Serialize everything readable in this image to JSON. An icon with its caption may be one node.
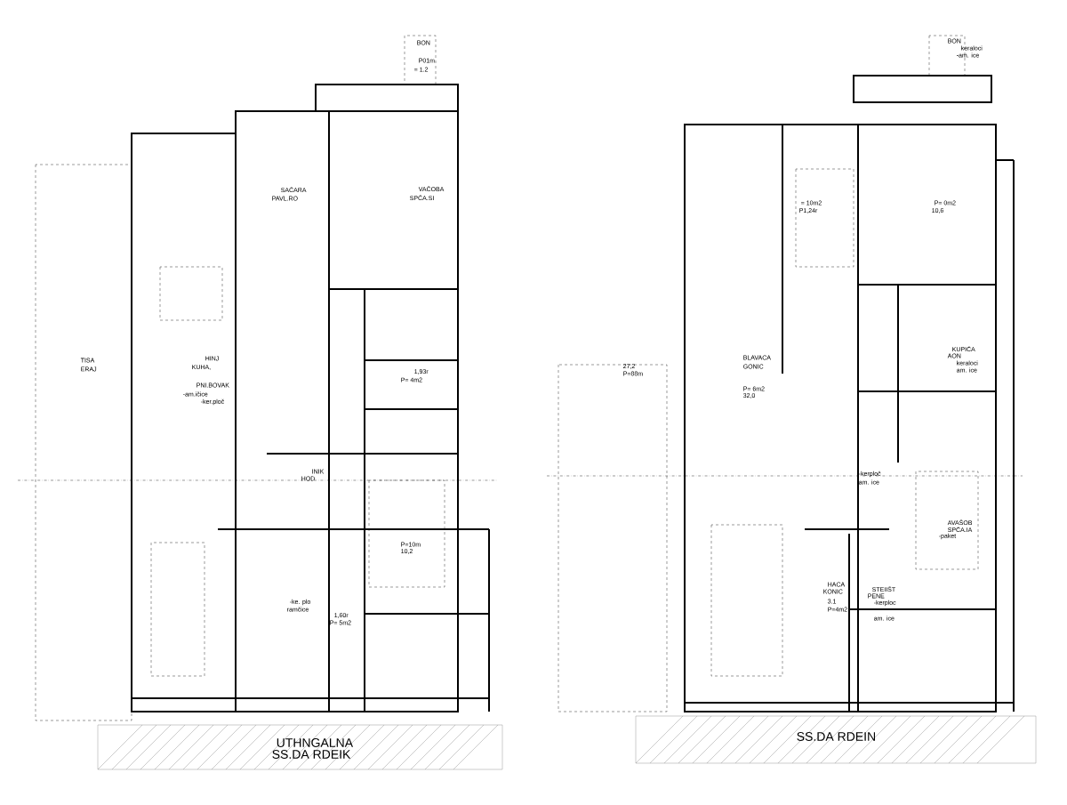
{
  "diagram": {
    "labels": [
      "BON",
      "P01m",
      "= 1.2",
      "SAČARA",
      "PAVL.RO",
      "VAČOBA",
      "SPČA.SI",
      "HINJ",
      "KUHA,",
      "PNI.BOVAK",
      "-am.ičice",
      "-ker.ploč",
      "1,93r",
      "P= 4m2",
      "INIK",
      "HOD",
      "P=10m",
      "10,2",
      "-ke. plo",
      "ramčice",
      "1,60r",
      "P= 5m2",
      "UTHNGALNA",
      "SS.DA RDEIK",
      "TISA",
      "ERAJ",
      "BON",
      "keraloci",
      "-am. ice",
      "= 10m2",
      "P1,24r",
      "P= 0m2",
      "10,6",
      "KUPIĆA",
      "AON",
      "keraloci",
      "am. ice",
      "27,2",
      "P=88m",
      "BLAVACA",
      "GONIC",
      "P= 6m2",
      "32,0",
      "-kerploč",
      "am. ice",
      "AVAŠOB",
      "SPĆA.IA",
      "-paket",
      "HACA",
      "KONIC",
      "3.1",
      "P=4m2",
      "STEIIŠT",
      "PENE",
      "-kerploc",
      "am. ice",
      "SS.DA RDEIN"
    ]
  }
}
